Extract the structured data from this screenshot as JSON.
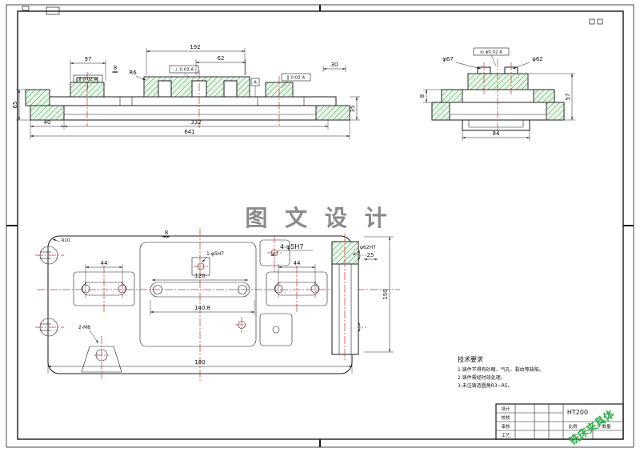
{
  "watermark": {
    "text": "图 文 设 计"
  },
  "front_view": {
    "dims": {
      "w97": "97",
      "w192": "192",
      "w62": "62",
      "h8": "8",
      "w30": "30",
      "r6": "R6",
      "h65": "65",
      "h35": "35",
      "b40": "40",
      "b332": "332",
      "b641": "641"
    },
    "tolerances": {
      "left": "∥ 0.02 A",
      "center": "⊥ 0.03 A",
      "right": "∥ 0.02 A",
      "datum": "A"
    }
  },
  "side_view": {
    "dims": {
      "dia_left": "φ67",
      "dia_right": "φ62",
      "h57": "57",
      "b84": "84",
      "h8": "8"
    },
    "tolerance": "◎ φ0.02 A"
  },
  "plan_view": {
    "labels": {
      "holes4": "4-φ5H7",
      "hole1": "1-φ5H7",
      "m8": "2-M8",
      "r10": "R10"
    },
    "dims": {
      "s44l": "44",
      "s44r": "44",
      "t8": "8",
      "s120": "120",
      "s140": "140.8",
      "b180": "180",
      "h150": "150"
    }
  },
  "detail_view": {
    "label": "φ62H7",
    "dim25": "25"
  },
  "tech_notes": {
    "title": "技术要求",
    "lines": [
      "1.铸件不得有砂眼、气孔、裂纹等缺陷。",
      "2.铸件需经时效处理。",
      "3.未注铸造圆角R3~R5。"
    ]
  },
  "title_block": {
    "material": "HT200",
    "part_name": "铣床夹具体",
    "rows": [
      "设计",
      "校核",
      "审核",
      "工艺"
    ],
    "scale_label": "比例",
    "qty_label": "数量"
  },
  "colors": {
    "hatch_green": "#2e9e44",
    "centerline_red": "#d03030",
    "watermark_gray": "#8a8a8a",
    "part_name_green": "#2fae4a"
  }
}
